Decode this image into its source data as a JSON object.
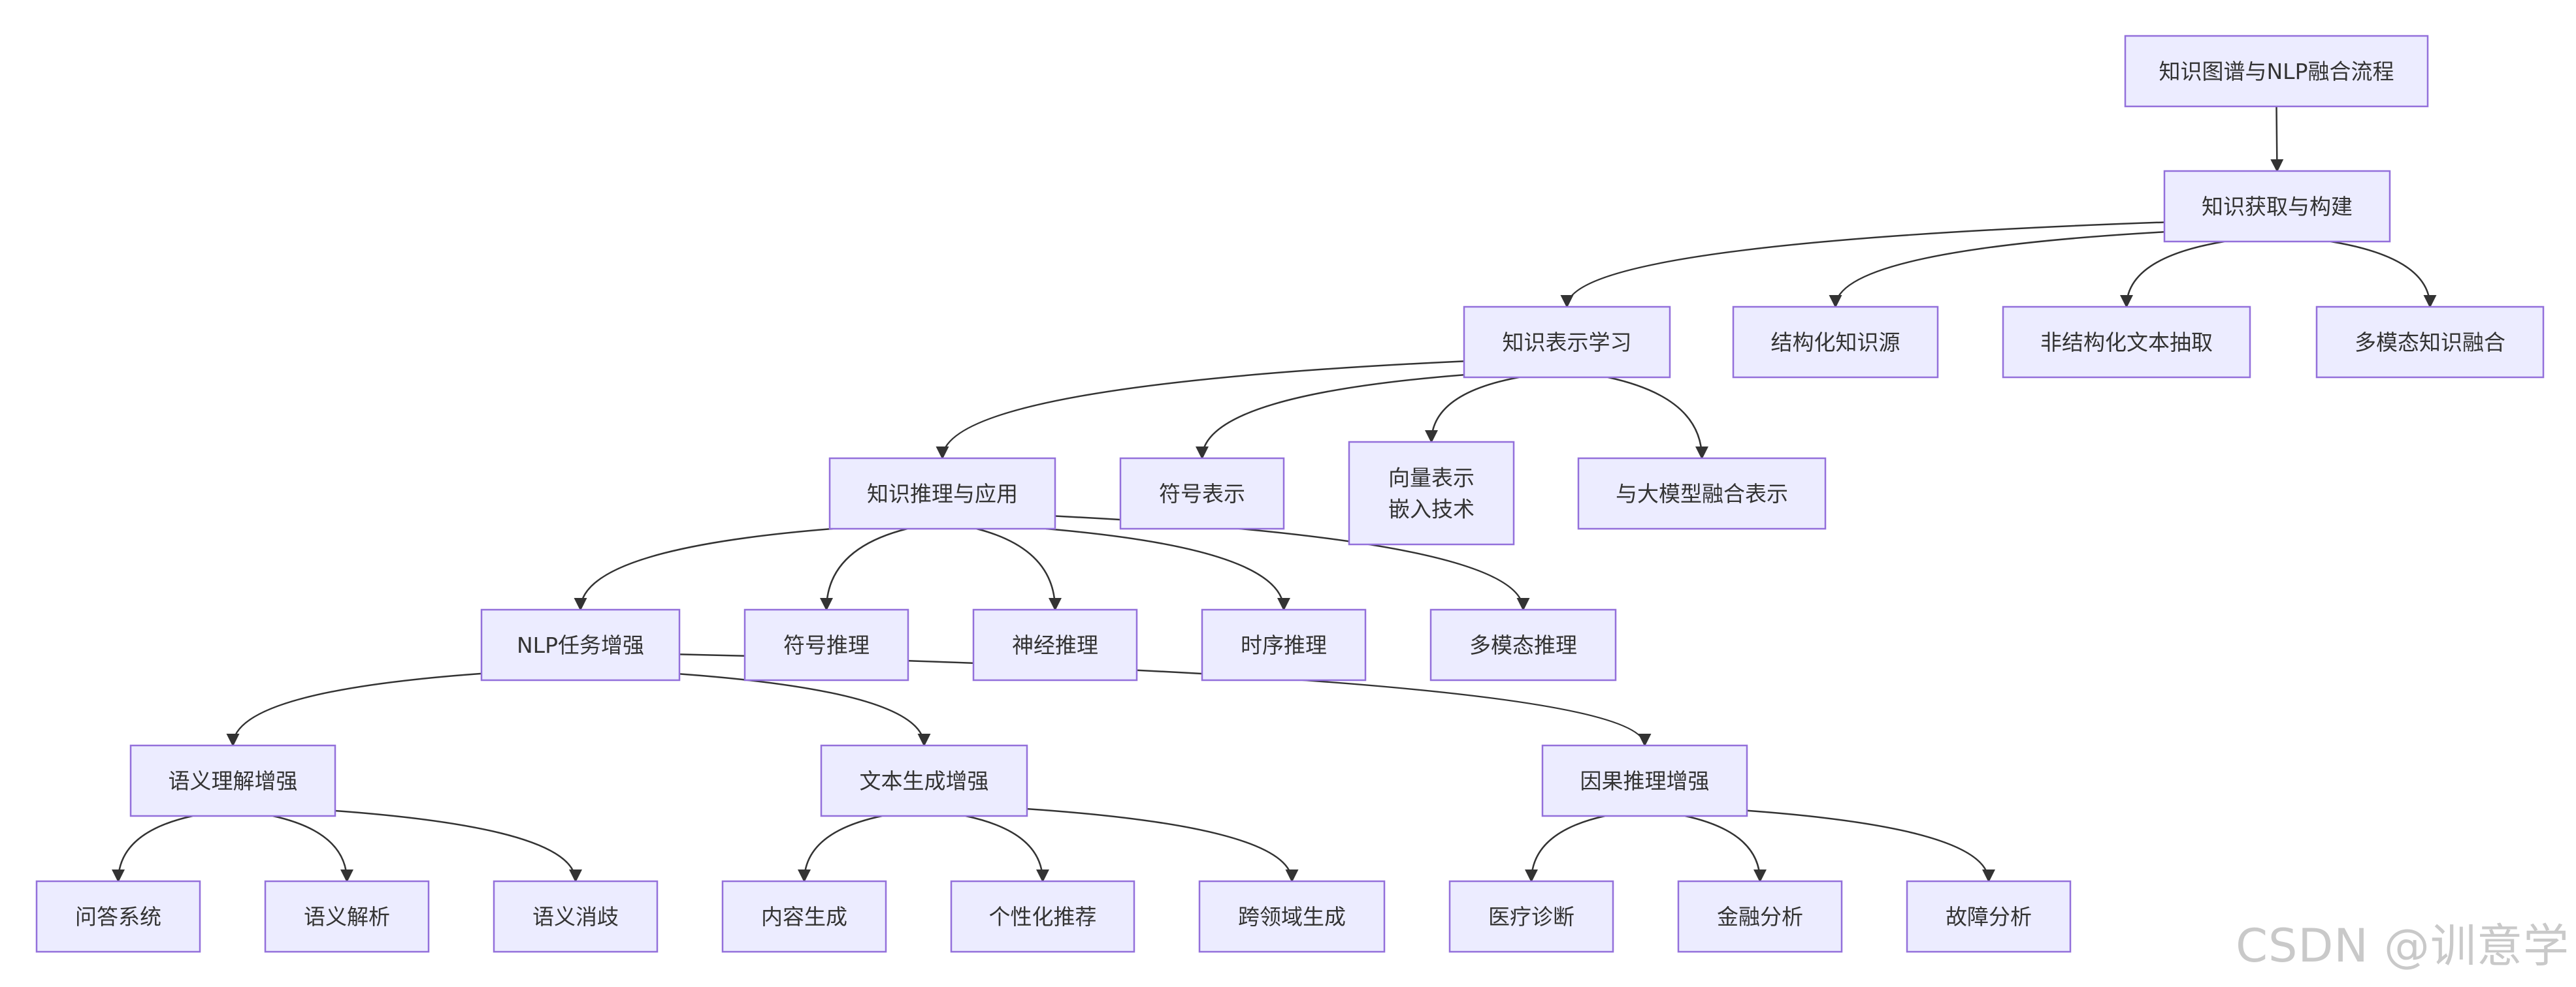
{
  "nodes": [
    {
      "id": "root",
      "label": "知识图谱与NLP融合流程"
    },
    {
      "id": "acq",
      "label": "知识获取与构建"
    },
    {
      "id": "repr",
      "label": "知识表示学习"
    },
    {
      "id": "struct",
      "label": "结构化知识源"
    },
    {
      "id": "unstruct",
      "label": "非结构化文本抽取"
    },
    {
      "id": "mm",
      "label": "多模态知识融合"
    },
    {
      "id": "reason",
      "label": "知识推理与应用"
    },
    {
      "id": "symrep",
      "label": "符号表示"
    },
    {
      "id": "vec",
      "label": "向量表示\n嵌入技术"
    },
    {
      "id": "llm",
      "label": "与大模型融合表示"
    },
    {
      "id": "nlp",
      "label": "NLP任务增强"
    },
    {
      "id": "symr",
      "label": "符号推理"
    },
    {
      "id": "neur",
      "label": "神经推理"
    },
    {
      "id": "temp",
      "label": "时序推理"
    },
    {
      "id": "mmr",
      "label": "多模态推理"
    },
    {
      "id": "sem",
      "label": "语义理解增强"
    },
    {
      "id": "gen",
      "label": "文本生成增强"
    },
    {
      "id": "causal",
      "label": "因果推理增强"
    },
    {
      "id": "qa",
      "label": "问答系统"
    },
    {
      "id": "parse",
      "label": "语义解析"
    },
    {
      "id": "disamb",
      "label": "语义消歧"
    },
    {
      "id": "content",
      "label": "内容生成"
    },
    {
      "id": "rec",
      "label": "个性化推荐"
    },
    {
      "id": "cross",
      "label": "跨领域生成"
    },
    {
      "id": "med",
      "label": "医疗诊断"
    },
    {
      "id": "fin",
      "label": "金融分析"
    },
    {
      "id": "fault",
      "label": "故障分析"
    }
  ],
  "edges": [
    [
      "root",
      "acq"
    ],
    [
      "acq",
      "repr"
    ],
    [
      "acq",
      "struct"
    ],
    [
      "acq",
      "unstruct"
    ],
    [
      "acq",
      "mm"
    ],
    [
      "repr",
      "reason"
    ],
    [
      "repr",
      "symrep"
    ],
    [
      "repr",
      "vec"
    ],
    [
      "repr",
      "llm"
    ],
    [
      "reason",
      "nlp"
    ],
    [
      "reason",
      "symr"
    ],
    [
      "reason",
      "neur"
    ],
    [
      "reason",
      "temp"
    ],
    [
      "reason",
      "mmr"
    ],
    [
      "nlp",
      "sem"
    ],
    [
      "nlp",
      "gen"
    ],
    [
      "nlp",
      "causal"
    ],
    [
      "sem",
      "qa"
    ],
    [
      "sem",
      "parse"
    ],
    [
      "sem",
      "disamb"
    ],
    [
      "gen",
      "content"
    ],
    [
      "gen",
      "rec"
    ],
    [
      "gen",
      "cross"
    ],
    [
      "causal",
      "med"
    ],
    [
      "causal",
      "fin"
    ],
    [
      "causal",
      "fault"
    ]
  ],
  "watermark": "CSDN @训意学"
}
